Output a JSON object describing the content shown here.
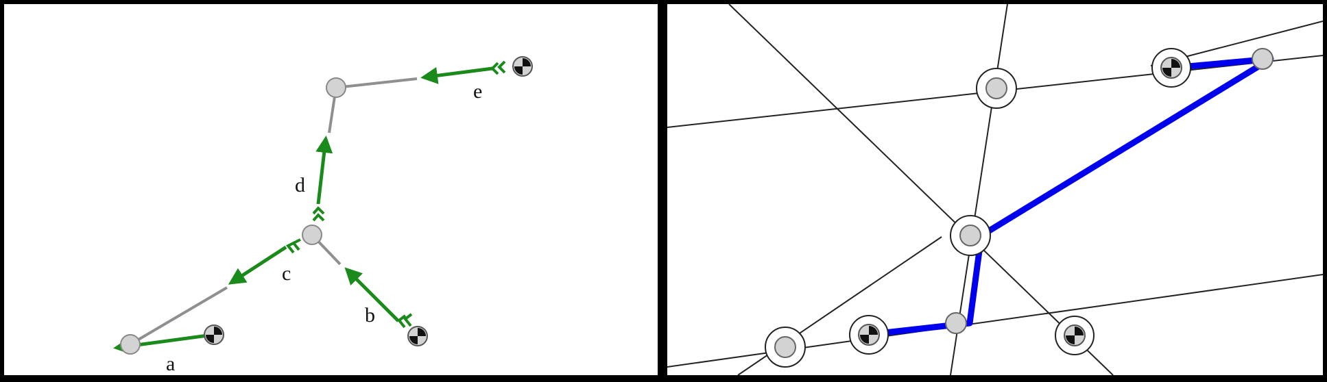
{
  "colors": {
    "arrow": "#1a8a1a",
    "edge": "#8f8f8f",
    "node_fill": "#d3d3d3",
    "path": "#0000ee",
    "line": "#222222",
    "frame": "#000000"
  },
  "icons": {
    "node": "circle-node-icon",
    "station": "checkered-target-icon",
    "arrow": "arrow-icon",
    "chevron": "double-chevron-icon"
  },
  "left_panel": {
    "labels": {
      "a": "a",
      "b": "b",
      "c": "c",
      "d": "d",
      "e": "e"
    }
  },
  "right_panel": {}
}
